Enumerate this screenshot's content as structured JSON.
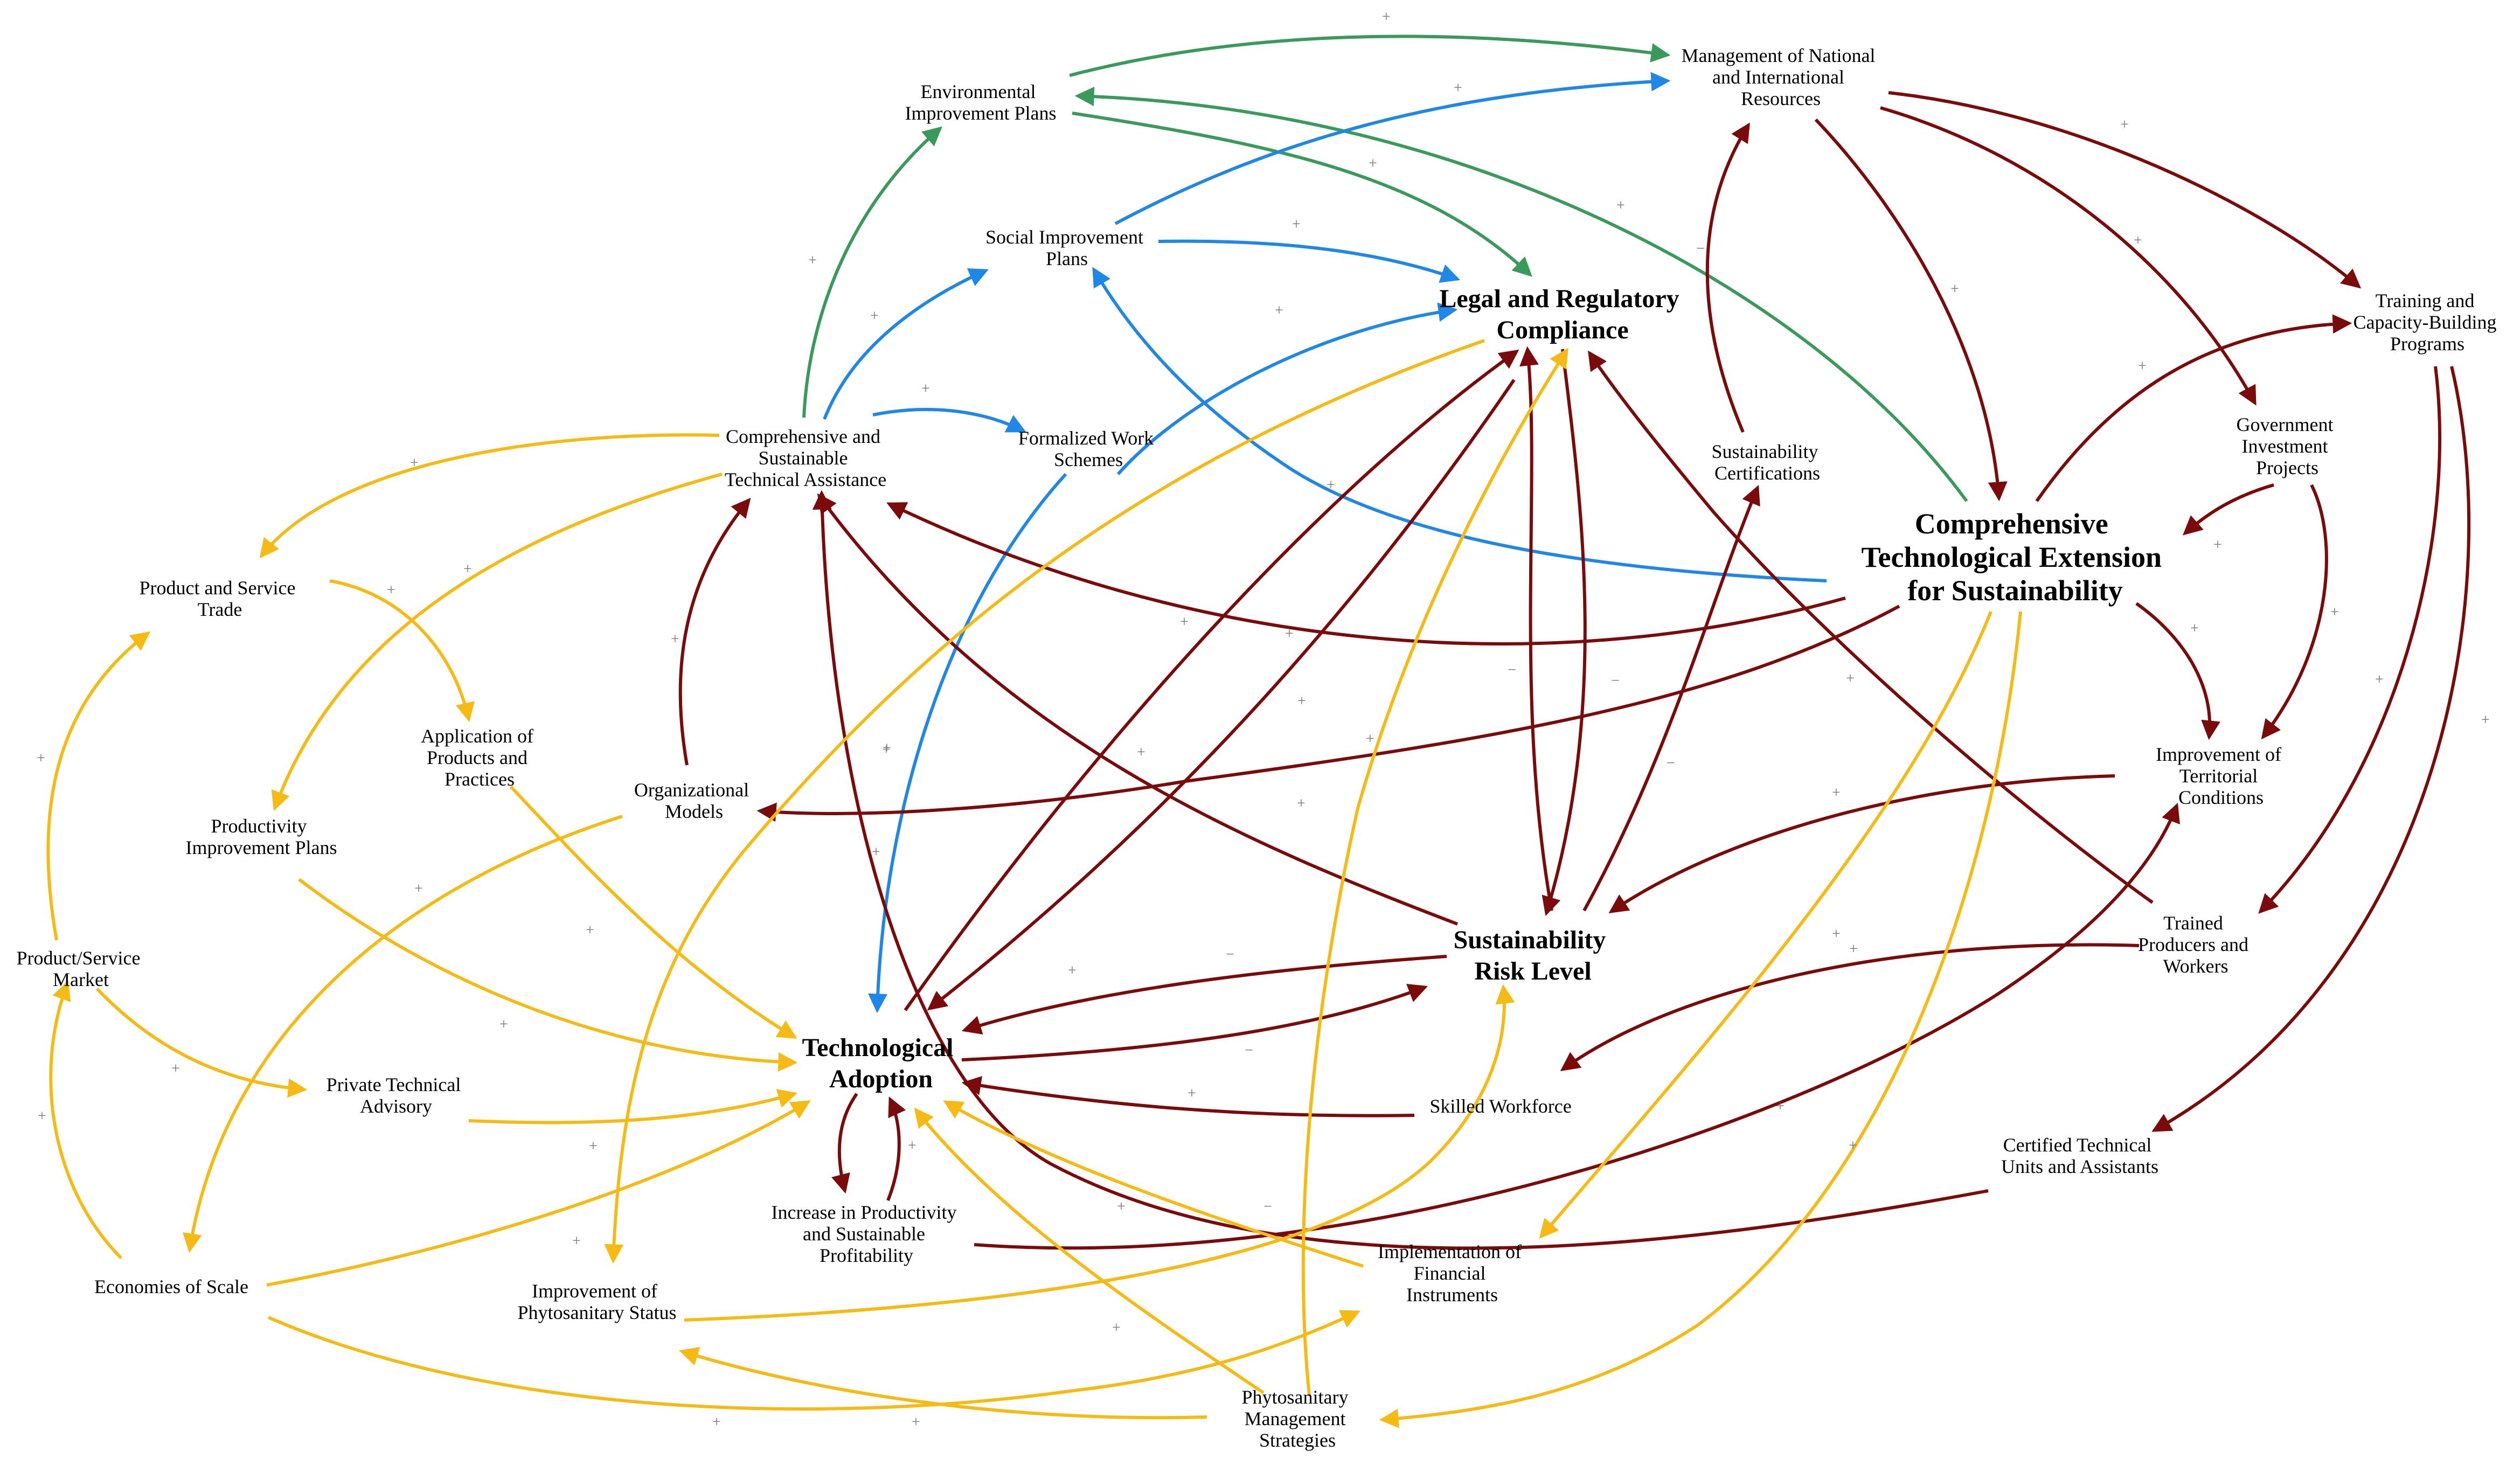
{
  "colors": {
    "dark_red": "#7b0a0a",
    "yellow": "#f5bb14",
    "blue": "#1f87e5",
    "green": "#3a9a5b",
    "sign": "#777777"
  },
  "nodes": {
    "env_plans": {
      "lines": [
        "Environmental",
        "Improvement Plans"
      ]
    },
    "mgmt_resources": {
      "lines": [
        "Management of National",
        "and International",
        "Resources"
      ]
    },
    "social_plans": {
      "lines": [
        "Social Improvement",
        "Plans"
      ]
    },
    "legal": {
      "lines": [
        "Legal and Regulatory",
        "Compliance"
      ]
    },
    "training": {
      "lines": [
        "Training and",
        "Capacity-Building",
        "Programs"
      ]
    },
    "gov_investment": {
      "lines": [
        "Government",
        "Investment",
        "Projects"
      ]
    },
    "sust_cert": {
      "lines": [
        "Sustainability",
        "Certifications"
      ]
    },
    "comp_tech_assist": {
      "lines": [
        "Comprehensive and",
        "Sustainable",
        "Technical Assistance"
      ]
    },
    "formalized": {
      "lines": [
        "Formalized Work",
        "Schemes"
      ]
    },
    "cte": {
      "lines": [
        "Comprehensive",
        "Technological Extension",
        "for Sustainability"
      ]
    },
    "product_trade": {
      "lines": [
        "Product and Service",
        "Trade"
      ]
    },
    "application": {
      "lines": [
        "Application of",
        "Products and",
        "Practices"
      ]
    },
    "org_models": {
      "lines": [
        "Organizational",
        "Models"
      ]
    },
    "territorial": {
      "lines": [
        "Improvement of",
        "Territorial",
        "Conditions"
      ]
    },
    "productivity_plans": {
      "lines": [
        "Productivity",
        "Improvement Plans"
      ]
    },
    "risk": {
      "lines": [
        "Sustainability",
        "Risk Level"
      ]
    },
    "trained": {
      "lines": [
        "Trained",
        "Producers and",
        "Workers"
      ]
    },
    "market": {
      "lines": [
        "Product/Service",
        "Market"
      ]
    },
    "tech_adoption": {
      "lines": [
        "Technological",
        "Adoption"
      ]
    },
    "private_adv": {
      "lines": [
        "Private Technical",
        "Advisory"
      ]
    },
    "skilled": {
      "lines": [
        "Skilled Workforce"
      ]
    },
    "certified_units": {
      "lines": [
        "Certified Technical",
        "Units and Assistants"
      ]
    },
    "increase_prod": {
      "lines": [
        "Increase in Productivity",
        "and Sustainable",
        "Profitability"
      ]
    },
    "economies": {
      "lines": [
        "Economies of Scale"
      ]
    },
    "phyto_status": {
      "lines": [
        "Improvement of",
        "Phytosanitary Status"
      ]
    },
    "financial": {
      "lines": [
        "Implementation of",
        "Financial",
        "Instruments"
      ]
    },
    "phyto_mgmt": {
      "lines": [
        "Phytosanitary",
        "Management",
        "Strategies"
      ]
    }
  },
  "polarities": {
    "plus": "+",
    "minus": "−"
  }
}
